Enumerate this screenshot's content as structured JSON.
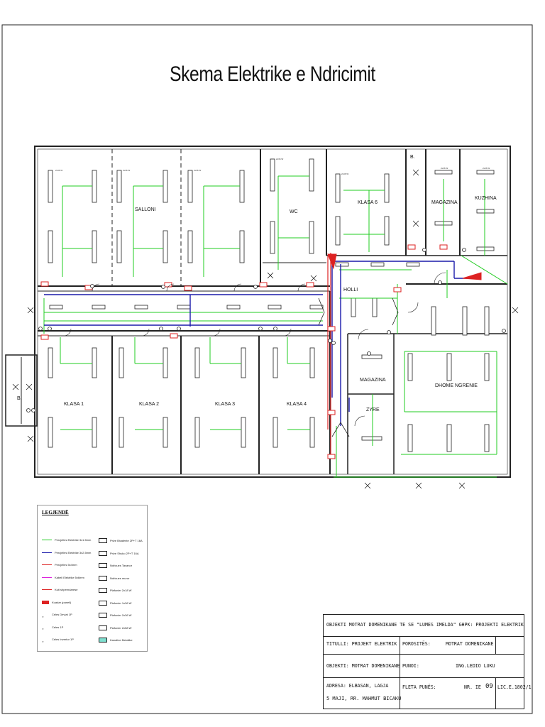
{
  "title": "Skema Elektrike e Ndricimit",
  "rooms": {
    "salloni": "SALLONI",
    "wc": "WC",
    "klasa6": "KLASA 6",
    "b": "B.",
    "magazina_top": "MAGAZINA",
    "kuzhina": "KUZHINA",
    "holli": "HOLLI",
    "klasa1": "KLASA 1",
    "klasa2": "KLASA 2",
    "klasa3": "KLASA 3",
    "klasa4": "KLASA 4",
    "magazina_mid": "MAGAZINA",
    "zyre": "ZYRE",
    "dhome_ngrenie": "DHOME NGRENIE",
    "b_left": "B."
  },
  "fixture_label": "2x36 W",
  "legend": {
    "title": "LEGJENDË",
    "left": [
      {
        "label": "Percjelles Elektrike 3x1.5mm",
        "color": "#22cc22"
      },
      {
        "label": "Percjelles Elektrike 3x2.5mm",
        "color": "#1a1aaa"
      },
      {
        "label": "Percjelles 5x4mm",
        "color": "#dd2222"
      },
      {
        "label": "Kabell Elektrike 5x6mm",
        "color": "#dd22dd"
      },
      {
        "label": "Kuti shperndarese",
        "color": "#dd2222"
      },
      {
        "label": "Kuadar (paneli)",
        "color": "#dd2222"
      },
      {
        "label": "Celes Deviat 1P",
        "color": "#222222"
      },
      {
        "label": "Celes 1P",
        "color": "#222222"
      },
      {
        "label": "Celes Invertor 1P",
        "color": "#222222"
      }
    ],
    "right": [
      "Prize Bivalente 2P+T 16A",
      "Prize Shuko 2P+T 16A",
      "Ndricues Tavanor",
      "Ndricues muror",
      "Plafonier 2x18 W",
      "Plafonier 1x36 W",
      "Plafonier 2x36 W",
      "Plafonier 2x58 W",
      "Kanaline Metalike"
    ]
  },
  "title_block": {
    "objekti_header": "OBJEKTI MOTRAT DOMENIKANE TE SE \"LUMES IMELDA\" GHPK: PROJEKTI ELEKTRIK",
    "titulli": "TITULLI: PROJEKT ELEKTRIK",
    "porosites_label": "POROSITËS:",
    "porosites_value": "MOTRAT DOMENIKANE",
    "objekti": "OBJEKTI: MOTRAT DOMENIKANE",
    "punoi_label": "PUNOI:",
    "punoi_value": "ING.LEDIO LUKU",
    "adresa1": "ADRESA: ELBASAN, LAGJA",
    "adresa2": "5 MAJI, RR. MAHMUT BICAKU",
    "fleta_label": "FLETA PUNËS:",
    "nr_label": "NR. IE",
    "nr_value": "09",
    "lic": "LIC.E.1802/1"
  },
  "colors": {
    "wall": "#222222",
    "green": "#22cc22",
    "blue": "#1a1aaa",
    "red": "#dd2222",
    "magenta": "#dd22dd"
  }
}
